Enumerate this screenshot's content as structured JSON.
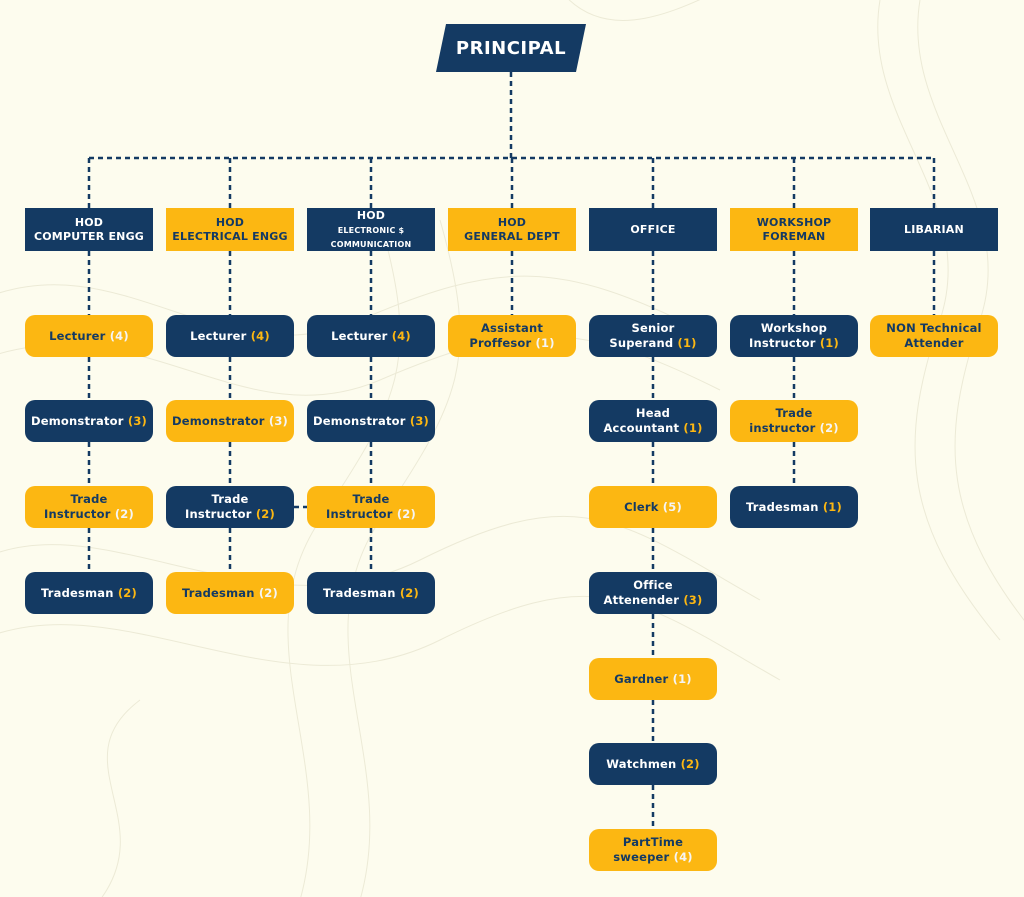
{
  "colors": {
    "navy": "#143a63",
    "gold": "#fcb712",
    "background": "#fdfcee"
  },
  "principal": "PRINCIPAL",
  "heads": [
    {
      "id": "computer",
      "lines": [
        "HOD",
        "COMPUTER ENGG"
      ],
      "color": "navy"
    },
    {
      "id": "electrical",
      "lines": [
        "HOD",
        "ELECTRICAL ENGG"
      ],
      "color": "gold"
    },
    {
      "id": "electronic",
      "lines": [
        "HOD",
        "ELECTRONIC $",
        "COMMUNICATION"
      ],
      "color": "navy"
    },
    {
      "id": "general",
      "lines": [
        "HOD",
        "GENERAL DEPT"
      ],
      "color": "gold"
    },
    {
      "id": "office",
      "lines": [
        "OFFICE"
      ],
      "color": "navy"
    },
    {
      "id": "workshop",
      "lines": [
        "WORKSHOP",
        "FOREMAN"
      ],
      "color": "gold"
    },
    {
      "id": "librarian",
      "lines": [
        "LIBARIAN"
      ],
      "color": "navy"
    }
  ],
  "columns": [
    [
      {
        "lines": [
          "Lecturer"
        ],
        "count": "(4)",
        "color": "gold"
      },
      {
        "lines": [
          "Demonstrator"
        ],
        "count": "(3)",
        "color": "navy"
      },
      {
        "lines": [
          "Trade",
          "Instructor"
        ],
        "count": "(2)",
        "color": "gold"
      },
      {
        "lines": [
          "Tradesman"
        ],
        "count": "(2)",
        "color": "navy"
      }
    ],
    [
      {
        "lines": [
          "Lecturer"
        ],
        "count": "(4)",
        "color": "navy"
      },
      {
        "lines": [
          "Demonstrator"
        ],
        "count": "(3)",
        "color": "gold"
      },
      {
        "lines": [
          "Trade",
          "Instructor"
        ],
        "count": "(2)",
        "color": "navy"
      },
      {
        "lines": [
          "Tradesman"
        ],
        "count": "(2)",
        "color": "gold"
      }
    ],
    [
      {
        "lines": [
          "Lecturer"
        ],
        "count": "(4)",
        "color": "navy"
      },
      {
        "lines": [
          "Demonstrator"
        ],
        "count": "(3)",
        "color": "navy"
      },
      {
        "lines": [
          "Trade",
          "Instructor"
        ],
        "count": "(2)",
        "color": "gold"
      },
      {
        "lines": [
          "Tradesman"
        ],
        "count": "(2)",
        "color": "navy"
      }
    ],
    [
      {
        "lines": [
          "Assistant",
          "Proffesor"
        ],
        "count": "(1)",
        "color": "gold"
      }
    ],
    [
      {
        "lines": [
          "Senior",
          "Superand"
        ],
        "count": "(1)",
        "color": "navy"
      },
      {
        "lines": [
          "Head",
          "Accountant"
        ],
        "count": "(1)",
        "color": "navy"
      },
      {
        "lines": [
          "Clerk"
        ],
        "count": "(5)",
        "color": "gold"
      },
      {
        "lines": [
          "Office",
          "Attenender"
        ],
        "count": "(3)",
        "color": "navy"
      },
      {
        "lines": [
          "Gardner"
        ],
        "count": "(1)",
        "color": "gold"
      },
      {
        "lines": [
          "Watchmen"
        ],
        "count": "(2)",
        "color": "navy"
      },
      {
        "lines": [
          "PartTime",
          "sweeper"
        ],
        "count": "(4)",
        "color": "gold"
      }
    ],
    [
      {
        "lines": [
          "Workshop",
          "Instructor"
        ],
        "count": "(1)",
        "color": "navy"
      },
      {
        "lines": [
          "Trade",
          "instructor"
        ],
        "count": "(2)",
        "color": "gold"
      },
      {
        "lines": [
          "Tradesman"
        ],
        "count": "(1)",
        "color": "navy"
      }
    ],
    [
      {
        "lines": [
          "NON Technical",
          "Attender"
        ],
        "count": "",
        "color": "gold"
      }
    ]
  ]
}
